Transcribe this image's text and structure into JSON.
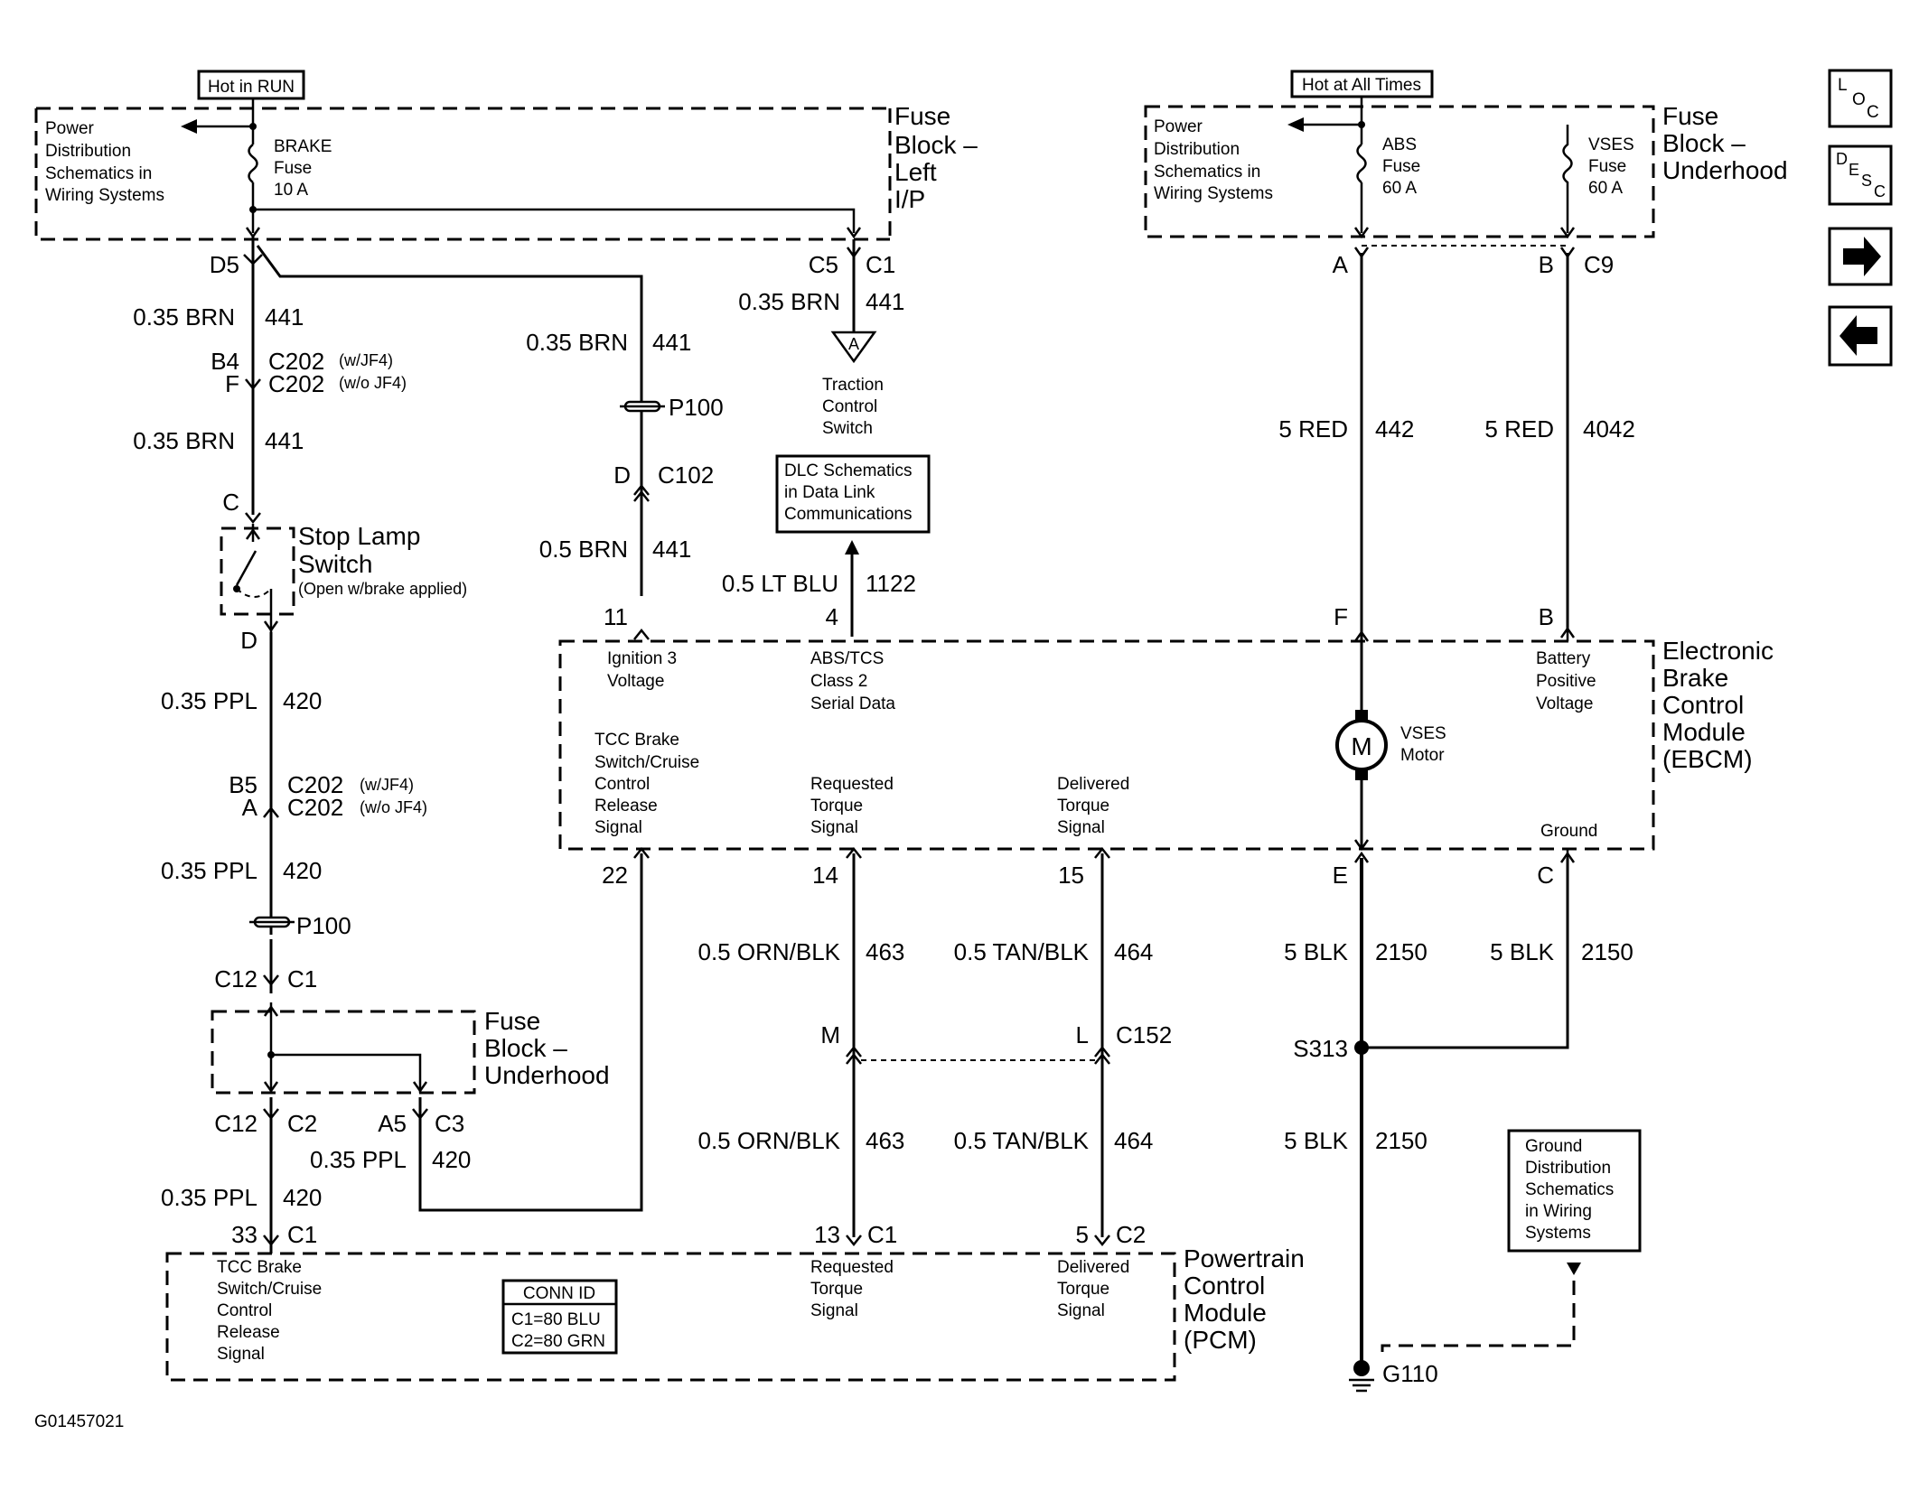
{
  "diagram_id": "G01457021",
  "hot_labels": {
    "run": "Hot in RUN",
    "all": "Hot at All Times"
  },
  "power_dist": [
    "Power",
    "Distribution",
    "Schematics in",
    "Wiring Systems"
  ],
  "fuses": {
    "brake": [
      "BRAKE",
      "Fuse",
      "10 A"
    ],
    "abs": [
      "ABS",
      "Fuse",
      "60 A"
    ],
    "vses": [
      "VSES",
      "Fuse",
      "60 A"
    ]
  },
  "fuse_block_left": [
    "Fuse",
    "Block –",
    "Left",
    "I/P"
  ],
  "fuse_block_underhood_top": [
    "Fuse",
    "Block –",
    "Underhood"
  ],
  "fuse_block_underhood_mid": [
    "Fuse",
    "Block –",
    "Underhood"
  ],
  "stop_lamp": {
    "title": [
      "Stop Lamp",
      "Switch"
    ],
    "note": "(Open w/brake applied)"
  },
  "traction": [
    "Traction",
    "Control",
    "Switch"
  ],
  "traction_symbol": "A",
  "dlc": [
    "DLC Schematics",
    "in Data Link",
    "Communications"
  ],
  "ground_dist": [
    "Ground",
    "Distribution",
    "Schematics",
    "in Wiring",
    "Systems"
  ],
  "ebcm": {
    "name": [
      "Electronic",
      "Brake",
      "Control",
      "Module",
      "(EBCM)"
    ],
    "ign": [
      "Ignition 3",
      "Voltage"
    ],
    "abs": [
      "ABS/TCS",
      "Class 2",
      "Serial Data"
    ],
    "bat": [
      "Battery",
      "Positive",
      "Voltage"
    ],
    "tcc": [
      "TCC Brake",
      "Switch/Cruise",
      "Control",
      "Release",
      "Signal"
    ],
    "req": [
      "Requested",
      "Torque",
      "Signal"
    ],
    "del": [
      "Delivered",
      "Torque",
      "Signal"
    ],
    "motor": [
      "VSES",
      "Motor"
    ],
    "motor_symbol": "M",
    "ground": "Ground"
  },
  "pcm": {
    "name": [
      "Powertrain",
      "Control",
      "Module",
      "(PCM)"
    ],
    "tcc": [
      "TCC Brake",
      "Switch/Cruise",
      "Control",
      "Release",
      "Signal"
    ],
    "req": [
      "Requested",
      "Torque",
      "Signal"
    ],
    "del": [
      "Delivered",
      "Torque",
      "Signal"
    ],
    "conn_title": "CONN ID",
    "conn": [
      "C1=80 BLU",
      "C2=80 GRN"
    ]
  },
  "pins": {
    "d5": "D5",
    "c5": "C5",
    "c1_top": "C1",
    "b4": "B4",
    "c202_a": "C202",
    "w_jf4_a": "(w/JF4)",
    "f": "F",
    "c202_b": "C202",
    "wo_jf4_a": "(w/o JF4)",
    "c_sls": "C",
    "d_sls": "D",
    "b5": "B5",
    "c202_c": "C202",
    "w_jf4_b": "(w/JF4)",
    "a_pin": "A",
    "c202_d": "C202",
    "wo_jf4_b": "(w/o JF4)",
    "p100_a": "P100",
    "p100_b": "P100",
    "d_c102": "D",
    "c102": "C102",
    "c12_a": "C12",
    "c1_mid": "C1",
    "c12_b": "C12",
    "c2_mid": "C2",
    "a5": "A5",
    "c3_mid": "C3",
    "p33": "33",
    "c1_pcm": "C1",
    "p11": "11",
    "p4": "4",
    "p22": "22",
    "p14": "14",
    "p15": "15",
    "m": "M",
    "l": "L",
    "c152": "C152",
    "p13": "13",
    "c1_pcm2": "C1",
    "p5": "5",
    "c2_pcm": "C2",
    "a_top": "A",
    "b_top": "B",
    "c9": "C9",
    "f_ebcm": "F",
    "b_ebcm": "B",
    "e_ebcm": "E",
    "c_ebcm": "C",
    "s313": "S313",
    "g110": "G110"
  },
  "wires": {
    "w441_1": {
      "g": "0.35 BRN",
      "c": "441"
    },
    "w441_2": {
      "g": "0.35 BRN",
      "c": "441"
    },
    "w441_3": {
      "g": "0.35 BRN",
      "c": "441"
    },
    "w441_4": {
      "g": "0.35 BRN",
      "c": "441"
    },
    "w441_5": {
      "g": "0.5 BRN",
      "c": "441"
    },
    "w1122": {
      "g": "0.5 LT BLU",
      "c": "1122"
    },
    "w420_1": {
      "g": "0.35 PPL",
      "c": "420"
    },
    "w420_2": {
      "g": "0.35 PPL",
      "c": "420"
    },
    "w420_3": {
      "g": "0.35 PPL",
      "c": "420"
    },
    "w420_4": {
      "g": "0.35 PPL",
      "c": "420"
    },
    "w442": {
      "g": "5 RED",
      "c": "442"
    },
    "w4042": {
      "g": "5 RED",
      "c": "4042"
    },
    "w463_1": {
      "g": "0.5 ORN/BLK",
      "c": "463"
    },
    "w464_1": {
      "g": "0.5 TAN/BLK",
      "c": "464"
    },
    "w463_2": {
      "g": "0.5 ORN/BLK",
      "c": "463"
    },
    "w464_2": {
      "g": "0.5 TAN/BLK",
      "c": "464"
    },
    "w2150_1": {
      "g": "5 BLK",
      "c": "2150"
    },
    "w2150_2": {
      "g": "5 BLK",
      "c": "2150"
    },
    "w2150_3": {
      "g": "5 BLK",
      "c": "2150"
    }
  },
  "nav": {
    "loc": [
      "L",
      "O",
      "C"
    ],
    "desc": [
      "D",
      "E",
      "S",
      "C"
    ],
    "next_icon": "arrow-right-icon",
    "prev_icon": "arrow-left-icon"
  }
}
